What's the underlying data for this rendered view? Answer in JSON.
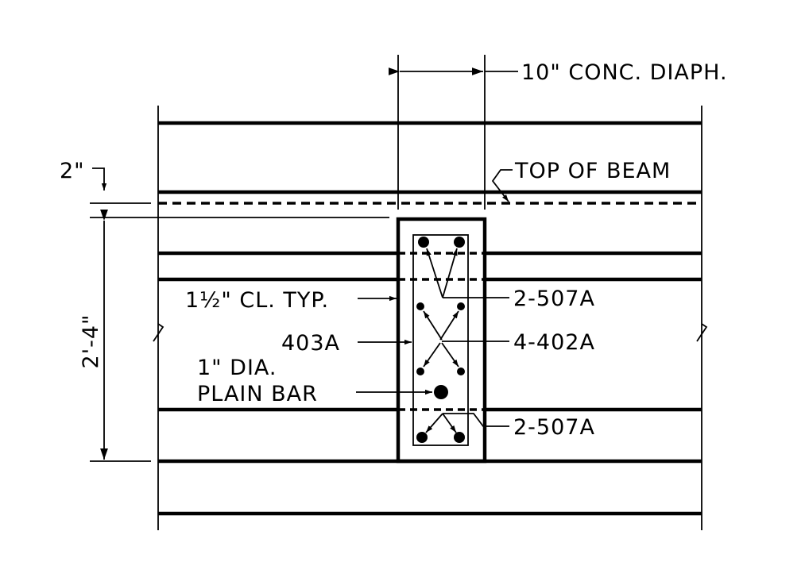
{
  "drawing": {
    "labels": {
      "diaphragm": "10\" CONC. DIAPH.",
      "top_of_beam": "TOP OF BEAM",
      "top_offset": "2\"",
      "clear_cover": "1½\" CL. TYP.",
      "stirrup": "403A",
      "plain_bar_line1": "1\" DIA.",
      "plain_bar_line2": "PLAIN BAR",
      "top_bars": "2-507A",
      "mid_bars": "4-402A",
      "bottom_bars": "2-507A",
      "depth": "2'-4\""
    },
    "line_color": "#000000",
    "background": "#ffffff"
  }
}
